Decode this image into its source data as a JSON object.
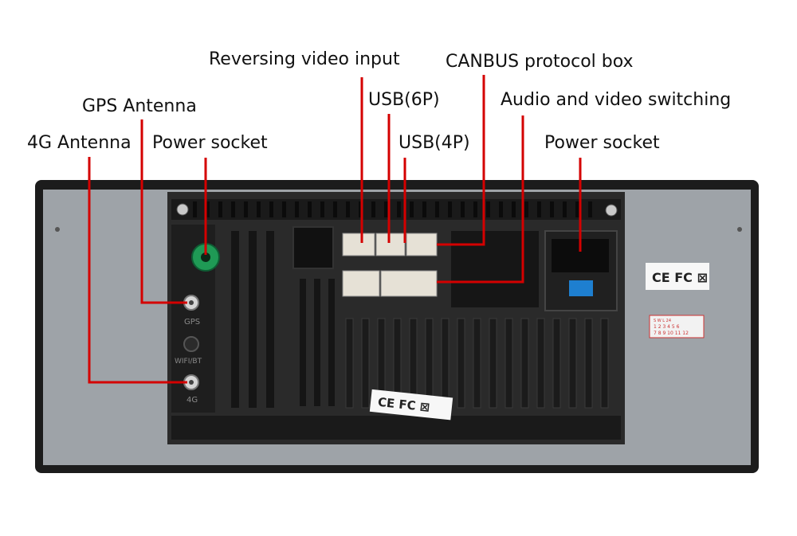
{
  "labels": {
    "reversing_video_input": "Reversing video input",
    "canbus_protocol_box": "CANBUS protocol box",
    "usb_6p": "USB(6P)",
    "audio_video_switching": "Audio and video switching",
    "gps_antenna": "GPS Antenna",
    "antenna_4g": "4G Antenna",
    "power_socket_left": "Power socket",
    "usb_4p": "USB(4P)",
    "power_socket_right": "Power socket"
  },
  "markings": {
    "gps": "GPS",
    "wifi_bt": "WIFI/BT",
    "g4": "4G",
    "cert_top": "CE FC ⊠",
    "cert_bottom": "CE FC ⊠",
    "tag_row1": "S W L 24",
    "tag_row2": "1 2 3 4 5 6",
    "tag_row3": "7 8 9 10 11 12"
  },
  "colors": {
    "leader_line": "#d40000",
    "housing": "#9ea3a8",
    "unit_body": "#2a2a2a",
    "antenna_green": "#1f9a55"
  }
}
